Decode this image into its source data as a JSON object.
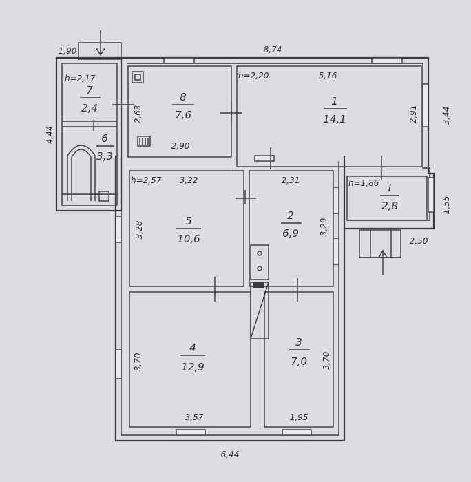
{
  "rooms": [
    {
      "id": "r1",
      "number": "1",
      "area": "14,1"
    },
    {
      "id": "r2",
      "number": "2",
      "area": "6,9"
    },
    {
      "id": "r3",
      "number": "3",
      "area": "7,0"
    },
    {
      "id": "r4",
      "number": "4",
      "area": "12,9"
    },
    {
      "id": "r5",
      "number": "5",
      "area": "10,6"
    },
    {
      "id": "r6",
      "number": "6",
      "area": "3,3"
    },
    {
      "id": "r7",
      "number": "7",
      "area": "2,4"
    },
    {
      "id": "r8",
      "number": "8",
      "area": "7,6"
    },
    {
      "id": "rI",
      "number": "I",
      "area": "2,8"
    }
  ],
  "heights": {
    "h1": "h=2,20",
    "h5": "h=2,57",
    "h7": "h=2,17",
    "hI": "h=1,86"
  },
  "dimensions": {
    "top_total": "8,74",
    "top_left": "1,90",
    "left_height": "4,44",
    "r1_width": "5,16",
    "r1_height": "2,91",
    "right_height": "3,44",
    "r8_height": "2,63",
    "r8_width": "2,90",
    "r5_width": "3,22",
    "r5_height": "3,28",
    "r2_width": "2,31",
    "r2_height": "3,29",
    "rI_height": "1,55",
    "rI_width": "2,50",
    "r4_height": "3,70",
    "r4_width": "3,57",
    "r3_height": "3,70",
    "r3_width": "1,95",
    "bottom_total": "6,44"
  }
}
